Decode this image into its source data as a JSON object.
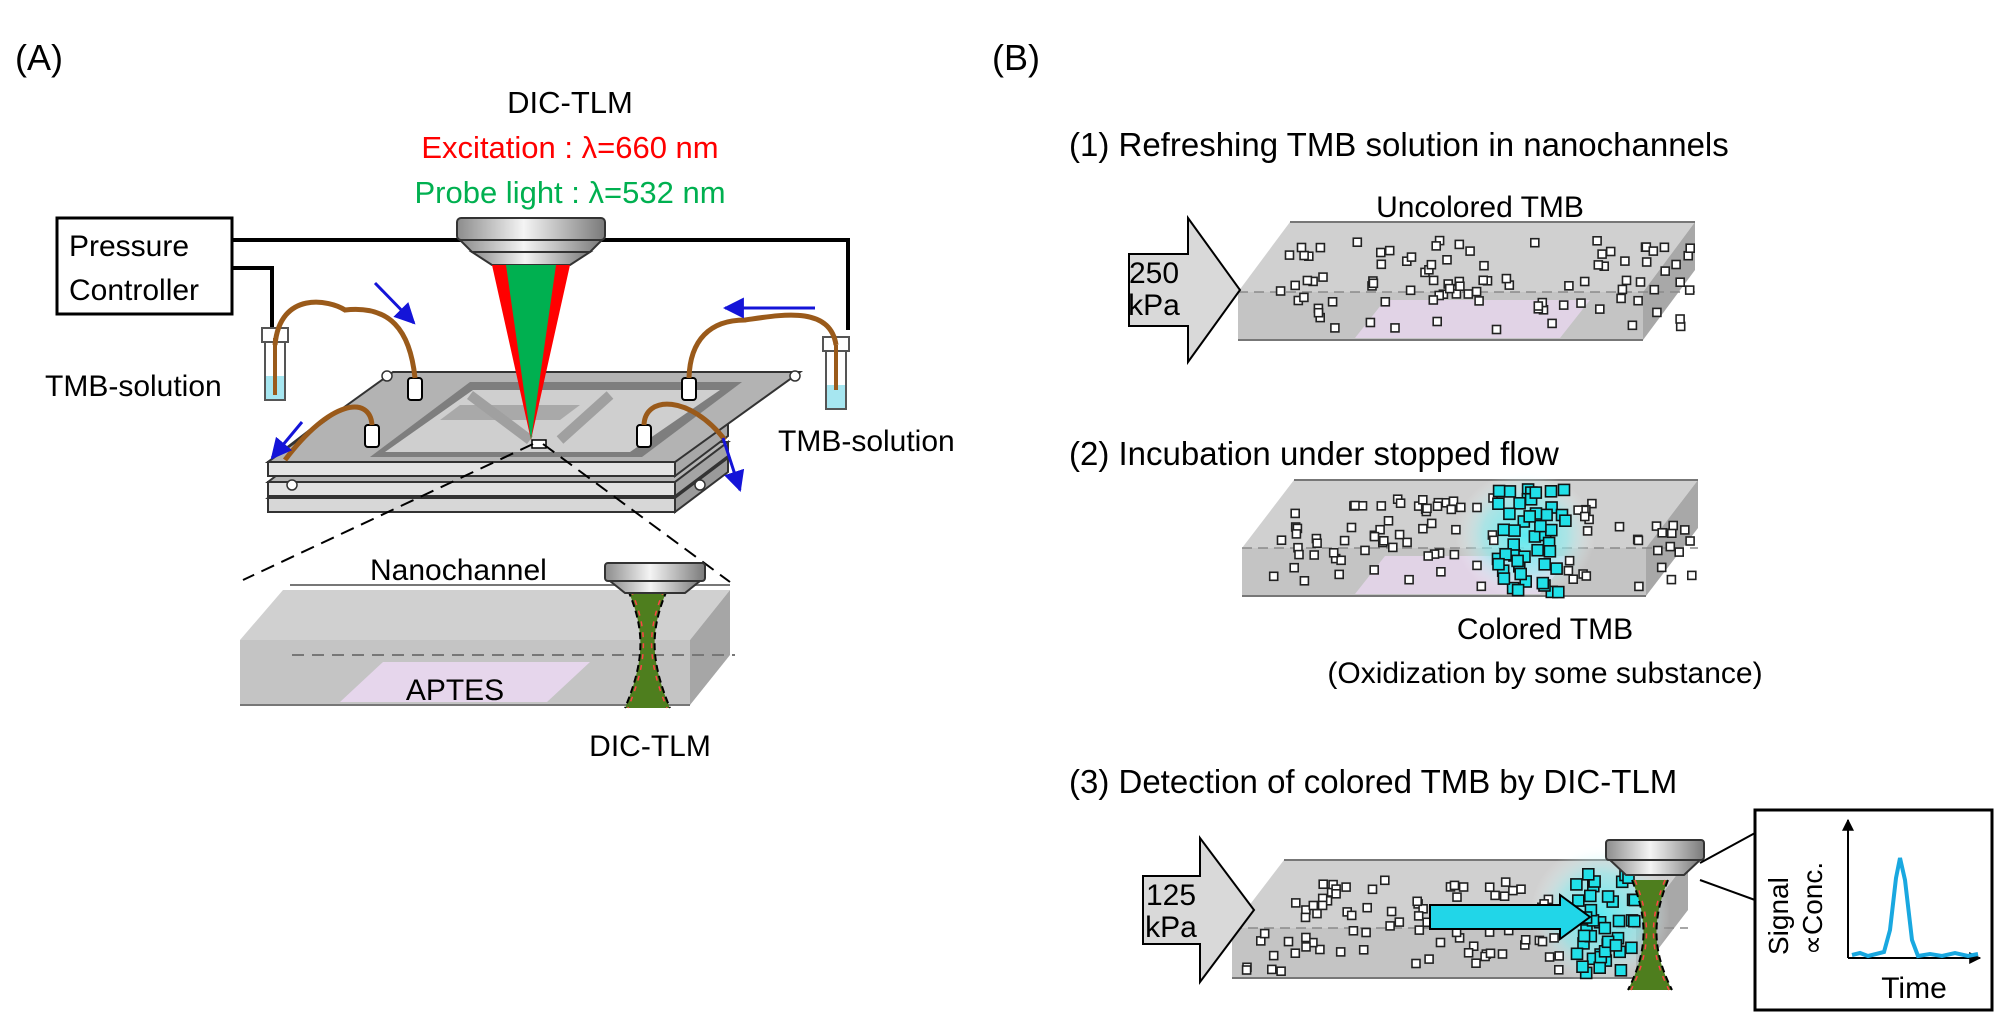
{
  "panel_a": {
    "label": "(A)",
    "objective": "DIC-TLM",
    "excitation": "Excitation : λ=660 nm",
    "probe": "Probe light : λ=532 nm",
    "pressure_line1": "Pressure",
    "pressure_line2": "Controller",
    "tmb_left": "TMB-solution",
    "tmb_right": "TMB-solution",
    "nanochannel": "Nanochannel",
    "aptes": "APTES",
    "dic_tlm_bottom": "DIC-TLM"
  },
  "panel_b": {
    "label": "(B)",
    "step1": "(1) Refreshing TMB solution in nanochannels",
    "uncolored": "Uncolored TMB",
    "p1_value": "250",
    "p1_unit": "kPa",
    "step2": "(2) Incubation under stopped flow",
    "colored": "Colored TMB",
    "oxidization": "(Oxidization by some substance)",
    "step3": "(3) Detection of colored TMB by DIC-TLM",
    "p3_value": "125",
    "p3_unit": "kPa",
    "signal_y1": "Signal",
    "signal_y2": "∝Conc.",
    "signal_x": "Time"
  },
  "colors": {
    "excitation": "#ff0000",
    "probe": "#00b050",
    "colored_tmb": "#21e0e8",
    "arrow_blue": "#1414d8",
    "tubing": "#9a5a1a",
    "aptes": "#e6d6ec",
    "signal_trace": "#19a8e0"
  }
}
